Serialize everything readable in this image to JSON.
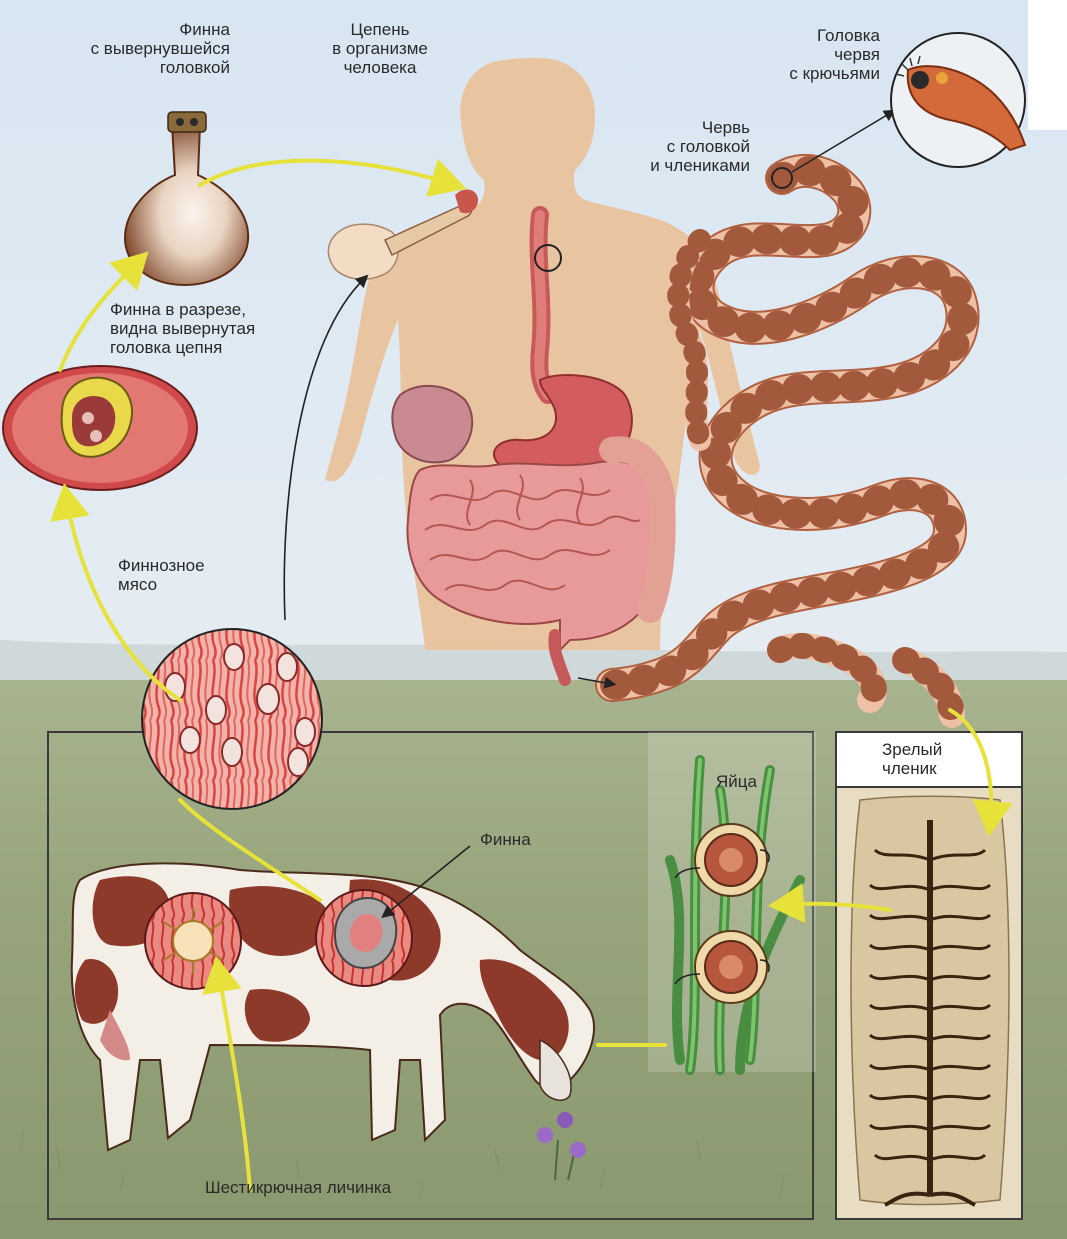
{
  "labels": {
    "finna_everted": "Финна\nс вывернувшейся\nголовкой",
    "tapeworm_in_human": "Цепень\nв организме\nчеловека",
    "worm_head_hooks": "Головка\nчервя\nс крючьями",
    "worm_head_segments": "Червь\nс головкой\nи члениками",
    "finna_section": "Финна в разрезе,\nвидна вывернутая\nголовка цепня",
    "finnous_meat": "Финнозное\nмясо",
    "eggs": "Яйца",
    "mature_segment": "Зрелый\nчленик",
    "finna": "Финна",
    "hexacanth_larva": "Шестикрючная личинка"
  }
}
